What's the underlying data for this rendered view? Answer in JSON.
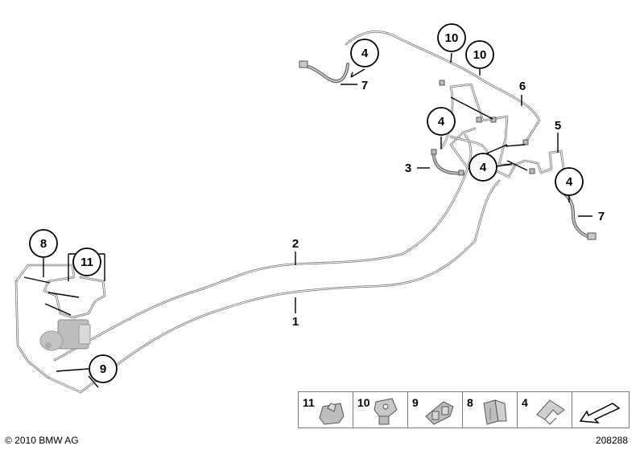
{
  "diagram": {
    "callouts": {
      "c1": "4",
      "c2": "10",
      "c3": "10",
      "c4": "4",
      "c5": "4",
      "c6": "4",
      "c7": "8",
      "c8": "11",
      "c9": "9"
    },
    "labels": {
      "l1": "7",
      "l2": "6",
      "l3": "5",
      "l4": "3",
      "l5": "7",
      "l6": "2",
      "l7": "1"
    }
  },
  "legend": {
    "items": [
      {
        "number": "11",
        "icon": "clip-11-icon"
      },
      {
        "number": "10",
        "icon": "clip-10-icon"
      },
      {
        "number": "9",
        "icon": "clip-9-icon"
      },
      {
        "number": "8",
        "icon": "clip-8-icon"
      },
      {
        "number": "4",
        "icon": "clip-4-icon"
      },
      {
        "number": "",
        "icon": "arrow-icon"
      }
    ]
  },
  "footer": {
    "copyright": "© 2010 BMW AG",
    "image_number": "208288"
  },
  "colors": {
    "pipe": "#6e6e6e",
    "part_fill": "#c8c8c8",
    "ink": "#000000"
  }
}
